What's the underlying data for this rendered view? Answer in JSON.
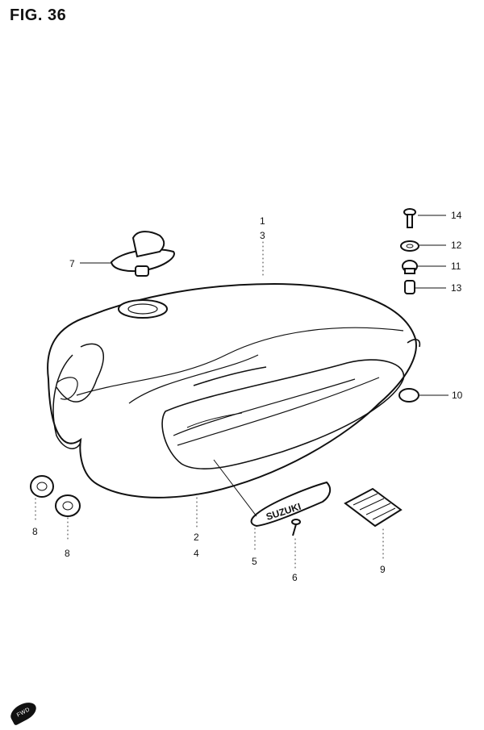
{
  "figure": {
    "title": "FIG. 36"
  },
  "callouts": [
    {
      "id": "c1",
      "text": "1"
    },
    {
      "id": "c3",
      "text": "3"
    },
    {
      "id": "c7",
      "text": "7"
    },
    {
      "id": "c14",
      "text": "14"
    },
    {
      "id": "c12",
      "text": "12"
    },
    {
      "id": "c11",
      "text": "11"
    },
    {
      "id": "c13",
      "text": "13"
    },
    {
      "id": "c10",
      "text": "10"
    },
    {
      "id": "c8a",
      "text": "8"
    },
    {
      "id": "c8b",
      "text": "8"
    },
    {
      "id": "c2",
      "text": "2"
    },
    {
      "id": "c4",
      "text": "4"
    },
    {
      "id": "c5",
      "text": "5"
    },
    {
      "id": "c6",
      "text": "6"
    },
    {
      "id": "c9",
      "text": "9"
    }
  ],
  "emblem": {
    "text": "SUZUKI"
  },
  "stamp": {
    "text": "FWD"
  }
}
